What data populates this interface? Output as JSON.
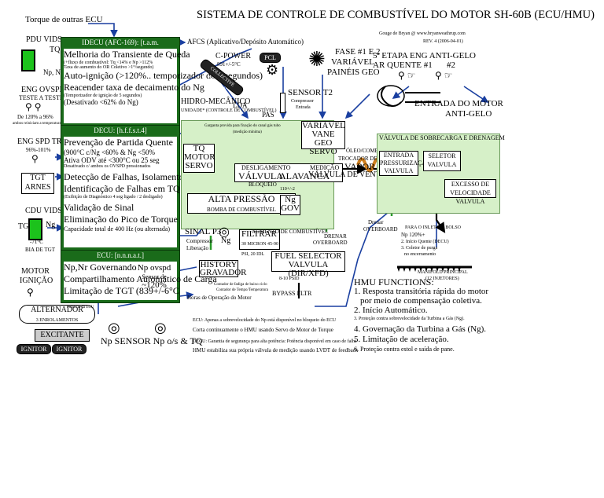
{
  "title": "SISTEMA DE CONTROLE DE COMBUSTÍVEL DO MOTOR SH-60B (ECU/HMU)",
  "credit": "Gouge de Bryan @ www.bryanweathrup.com",
  "revision": "REV. 4 (2006-04-01)",
  "top_input": "Torque de outras ECU",
  "left": {
    "pdu": "PDU VIDS",
    "tq": "TQ",
    "np_nr": "Np, Nr",
    "eng_ovspd": "ENG OVSPD",
    "teste": "TESTE A TESTE",
    "range_test": "De 120% a 96%",
    "both_note": "ambos reiniciam a temperatura de OVSPD",
    "eng_spd_trim": "ENG SPD TRIM",
    "trim_range": "96%-101%",
    "tgt": "TGT",
    "arnes": "ARNES",
    "cdu": "CDU VIDS",
    "tgt2": "TGT",
    "ng": "Ng",
    "temp_note": "-71°C",
    "bia": "BIA DE TGT",
    "motor": "MOTOR",
    "ignicao": "IGNIÇÃO",
    "alternador": "ALTERNADOR",
    "alt_sub": "3 ENROLAMENTOS",
    "potencia": "Potência da ECU",
    "excitante": "EXCITANTE",
    "ignitor1": "IGNITOR",
    "ignitor2": "IGNITOR",
    "np_sensor": "Np SENSOR Np o/s & TQ"
  },
  "idecu": {
    "header": "IDECU (AFC-169): [t.a.m.",
    "l1": "Melhoria do Transiente de Queda",
    "l2": "(+fluxo de combustível: Tq <14% e Np >112%",
    "l3": "Taxa de aumento do OR Coletivo >1°/segundo)",
    "l4": "Auto-ignição (>120%.. temporizador de 5 segundos)",
    "l5": "Reacender taxa de decaimento do Ng",
    "l6": "(Temporizador de ignição de 5 segundos)",
    "l7": "(Desativado <62% do Ng)"
  },
  "decu": {
    "header": "DECU: [h.f.f.s.t.4]",
    "l1": "Prevenção de Partida Quente",
    "l2": "(900°C c/Ng <60% & Ng <50%",
    "l3": "Ativa ODV até <300°C ou 25 seg",
    "l4": "Desativado c/ ambos os OVSPD pressionados",
    "l5": "Detecção de Falhas, Isolamento",
    "l6": "Identificação de Falhas em TQ VIDS",
    "l7": "(Exibição de Diagnóstico 4 seg ligado / 2 desligado)",
    "l8": "Validação de Sinal",
    "l9": "Eliminação do Pico de Torque",
    "l10": "Capacidade total de 400 Hz (ou alternada)"
  },
  "ecu": {
    "header": "ECU: [n.n.n.a.t.]",
    "l1": "Np,Nr Governando",
    "l2": "Compartilhamento Automático de Carga",
    "l3": "Limitação de TGT (839+/-6°C"
  },
  "center": {
    "afcs": "AFCS (Aplicativo/Depósito Automático)",
    "cpower": "C-POWER",
    "cpower_temp": "891+/-5°C",
    "pcl": "PCL",
    "collective": "COLLECTIVE POSITION",
    "hidro": "HIDRO-MECÂNICO",
    "hmu_unit": "UNIDADE* (CONTROLE DE COMBUSTÍVEL)",
    "lda": "LDA",
    "pas": "PAS",
    "sensor_t2": "SENSOR T2",
    "compressor": "Compressor",
    "entrada": "Entrada",
    "fase": "FASE #1 E 2",
    "variavel": "VARIÁVEL",
    "paineis": "PAINÉIS GEO",
    "etapa": "5ª ETAPA ENG ANTI-GELO",
    "ar_quente": "AR QUENTE #1",
    "ar_quente2": "#2",
    "entrada_motor": "ENTRADA DO MOTOR",
    "anti_gelo": "ANTI-GELO",
    "vane1": "VARIÁVEL",
    "vane2": "VANE GEO",
    "vane3": "SERVO",
    "hmu_inner_note": "Garganta provida para fixação do canal gás tubo",
    "hmu_inner_note2": "(medição mínima)",
    "tq_motor": "TQ",
    "tq_motor2": "MOTOR",
    "tq_motor3": "SERVO",
    "deslig": "DESLIGAMENTO",
    "valvula": "VÁLVULA",
    "medicao": "MEDIÇÃO",
    "alavanca": "ALAVANCA",
    "ventos": "VÁLVULA DE VENTOS",
    "bloqueio": "BLOQUEIO",
    "alta_pressao": "ALTA PRESSÃO",
    "bomba": "BOMBA DE COMBUSTÍVEL",
    "ng_gov1": "Ng",
    "ng_gov2": "GOV",
    "ng_range": "110+/-2",
    "sinal_p3": "SINAL P3",
    "p3_sub1": "Compressor",
    "p3_sub2": "Liberação",
    "ng_sensor": "Ng",
    "filtrar": "FILTRAR",
    "filtrar_sub": "30 MICRON 45-90 PSI, 20 IDL",
    "aumento": "AUMENTO DE COMBUSTÍVEL",
    "drenar": "DRENAR",
    "overboard": "OVERBOARD",
    "fuel_sel1": "FUEL SELECTOR",
    "fuel_sel2": "VALVULA (DIR/XFD)",
    "psid": "8-10 PSID",
    "bypass": "BYPASS FLTR",
    "history1": "HISTORY",
    "history2": "GRAVADOR",
    "history_note1": "Contador de fadiga de baixo ciclo",
    "history_note2": "Contador de Tempo/Temperatura",
    "history_note3": "Horas de Operação do Motor",
    "np_ovspd1": "Np ovspd",
    "np_ovspd2": "Sensor de",
    "np_ovspd3": "~120%",
    "oleo": "ÓLEO/COMBUSTÍVEL",
    "trocador": "TROCADOR DE CALOR",
    "vapor": "VAPOR",
    "entrada_lbl": "ENTRADA",
    "pressurizacao": "PRESSURIZAÇÃO",
    "valvula2": "VALVULA",
    "sobrecarga": "VÁLVULA DE SOBRECARGA E DRENAGEM",
    "seletor": "SELETOR",
    "valvula3": "VALVULA",
    "excesso": "EXCESSO DE VELOCIDADE",
    "valvula4": "VALVULA",
    "drenar2": "Drenar",
    "overboard2": "OVERBOARD",
    "para_onlet": "PARA O INLET DO BOLSO",
    "np120": "Np 120%+",
    "inicio_quente": "2. Início Quente (DECU)",
    "coletor": "3. Coletor de purga",
    "encerramento": "no encerramento",
    "manifold": "MANIFOLD PRINCIPAL",
    "injetores": "(12 INJETORES)"
  },
  "hmu": {
    "title": "HMU FUNCTIONS:",
    "f1a": "1. Resposta transitória rápida do motor",
    "f1b": "por meio de compensação coletiva.",
    "f2": "2. Início Automático.",
    "f3": "3. Proteção contra sobrevelocidade da Turbina a Gás (Ng).",
    "f4": "4. Governação da Turbina a Gás (Ng).",
    "f5": "5. Limitação de aceleração.",
    "f6": "6. Proteção contra estol e saída de pane."
  },
  "notes": {
    "n1": "ECU: Apenas a sobrevelocidade do Np está disponível no bloqueio do ECU",
    "n2": "Corta continuamente o HMU usando Servo de Motor de Torque",
    "n3": "DECU: Garantia de segurança para alta potência: Potência disponível em caso de falha",
    "n4": "HMU estabiliza sua própria válvula de medição usando LVDT de feedback"
  },
  "colors": {
    "ecu_green": "#1a6b1a",
    "hmu_green": "#d6f0c8",
    "flow_blue": "#1a3fa0",
    "battery": "#1cc21c"
  }
}
